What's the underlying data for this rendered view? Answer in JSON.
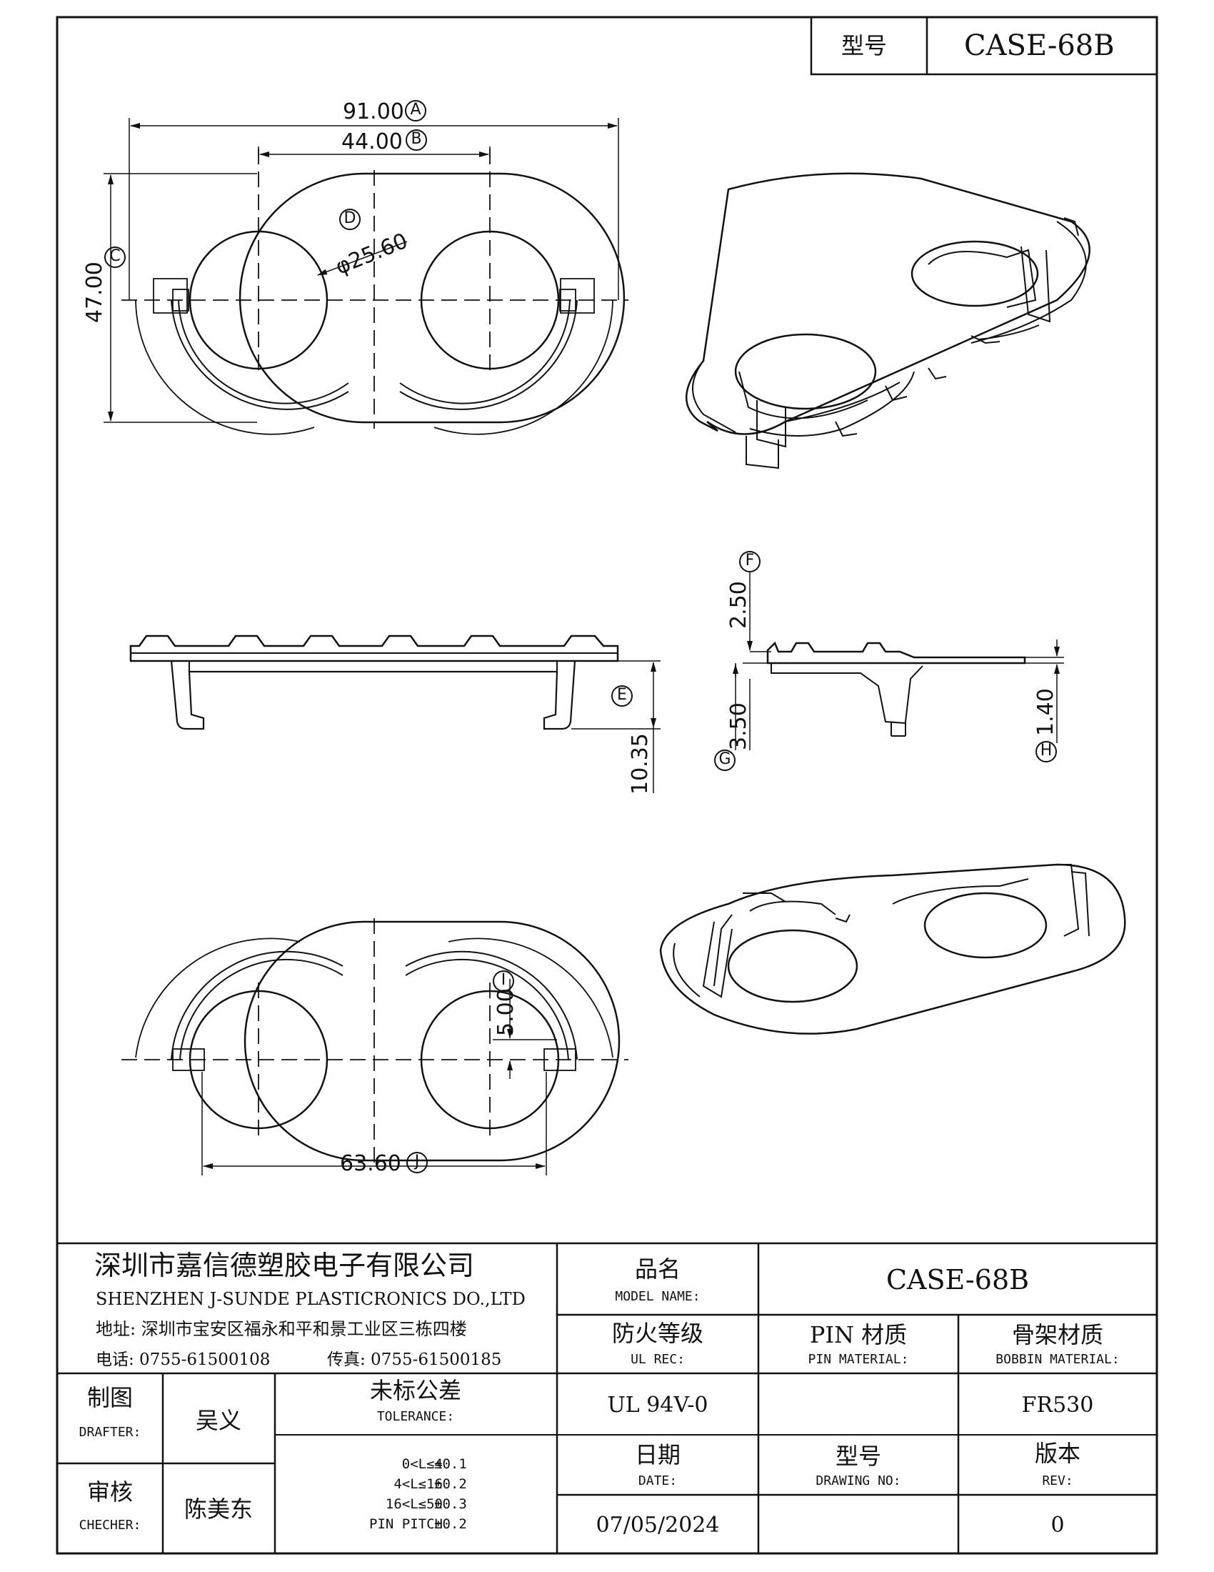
{
  "header": {
    "model_label": "型号",
    "model_value": "CASE-68B"
  },
  "dimensions": {
    "a": "91.00",
    "b": "44.00",
    "c": "47.00",
    "d": "φ25.60",
    "e": "10.35",
    "f": "2.50",
    "g": "3.50",
    "h": "1.40",
    "i": "5.00",
    "j": "63.60"
  },
  "markers": {
    "a": "A",
    "b": "B",
    "c": "C",
    "d": "D",
    "e": "E",
    "f": "F",
    "g": "G",
    "h": "H",
    "i": "I",
    "j": "J"
  },
  "company": {
    "name_cn": "深圳市嘉信德塑胶电子有限公司",
    "name_en": "SHENZHEN J-SUNDE PLASTICRONICS DO.,LTD",
    "address": "地址: 深圳市宝安区福永和平和景工业区三栋四楼",
    "phone": "电话: 0755-61500108",
    "fax": "传真: 0755-61500185"
  },
  "title_block": {
    "model_name_cn": "品名",
    "model_name_en": "MODEL NAME:",
    "model_name_value": "CASE-68B",
    "ul_cn": "防火等级",
    "ul_en": "UL REC:",
    "ul_value": "UL 94V-0",
    "pin_cn": "PIN 材质",
    "pin_en": "PIN MATERIAL:",
    "pin_value": "",
    "bobbin_cn": "骨架材质",
    "bobbin_en": "BOBBIN MATERIAL:",
    "bobbin_value": "FR530",
    "drafter_cn": "制图",
    "drafter_en": "DRAFTER:",
    "drafter_value": "吴义",
    "checker_cn": "审核",
    "checker_en": "CHECHER:",
    "checker_value": "陈美东",
    "tolerance_cn": "未标公差",
    "tolerance_en": "TOLERANCE:",
    "tolerances": [
      {
        "range": "0<L≤4",
        "value": "±0.1"
      },
      {
        "range": "4<L≤16",
        "value": "±0.2"
      },
      {
        "range": "16<L≤50",
        "value": "±0.3"
      },
      {
        "range": "PIN PITCH",
        "value": "±0.2"
      }
    ],
    "date_cn": "日期",
    "date_en": "DATE:",
    "date_value": "07/05/2024",
    "drawing_cn": "型号",
    "drawing_en": "DRAWING NO:",
    "drawing_value": "",
    "rev_cn": "版本",
    "rev_en": "REV:",
    "rev_value": "0"
  }
}
